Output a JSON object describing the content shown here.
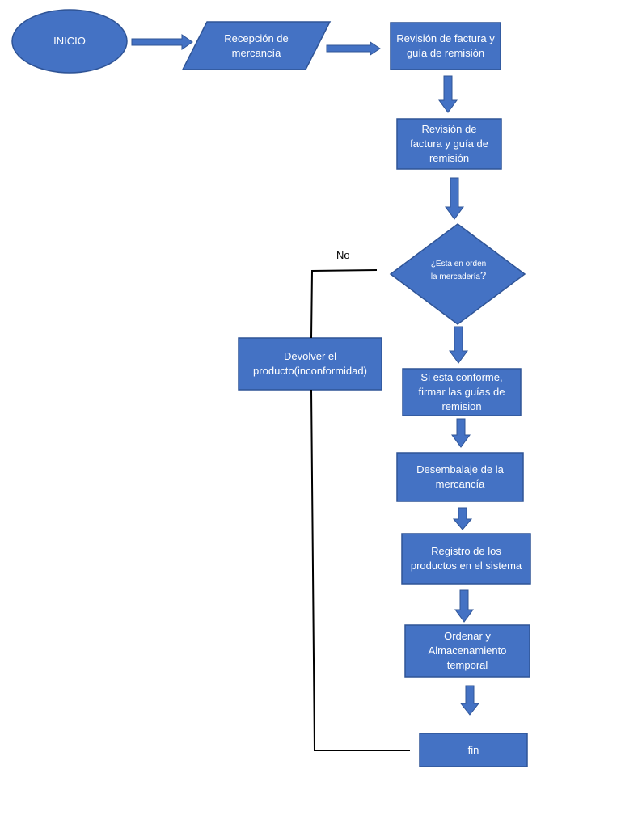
{
  "diagram": {
    "colors": {
      "fill": "#4472c4",
      "stroke": "#2f5496",
      "line": "#000000",
      "text": "#ffffff"
    },
    "nodes": {
      "inicio": "INICIO",
      "recepcion": "Recepción de mercancía",
      "revision1": "Revisión de factura y guía de remisión",
      "revision2": "Revisión de factura y guía de remisión",
      "decision_text": "¿Esta en orden la mercadería",
      "decision_mark": "?",
      "devolver": "Devolver el producto(inconformidad)",
      "conforme": "Si esta conforme, firmar las guías de remision",
      "desembalaje": "Desembalaje de la mercancía",
      "registro": "Registro de los productos en el sistema",
      "ordenar": "Ordenar y Almacenamiento temporal",
      "fin": "fin"
    },
    "labels": {
      "no": "No"
    }
  }
}
